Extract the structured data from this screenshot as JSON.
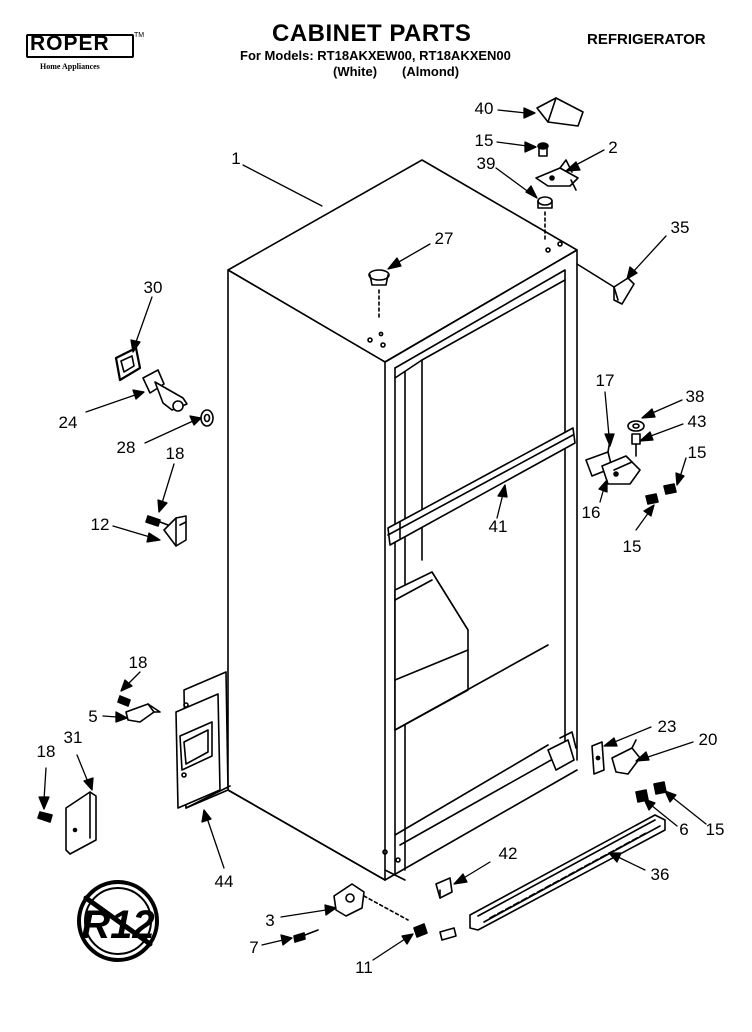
{
  "header": {
    "brand": "ROPER",
    "brand_tm": "TM",
    "brand_subtitle": "Home Appliances",
    "title": "CABINET PARTS",
    "models_line": "For Models: RT18AKXEW00, RT18AKXEN00",
    "variant_white": "(White)",
    "variant_almond": "(Almond)",
    "category": "REFRIGERATOR"
  },
  "badge": {
    "text": "R12"
  },
  "part_callouts": [
    "1",
    "2",
    "3",
    "5",
    "6",
    "7",
    "11",
    "12",
    "15",
    "15",
    "15",
    "15",
    "16",
    "17",
    "18",
    "18",
    "18",
    "20",
    "23",
    "24",
    "27",
    "28",
    "30",
    "31",
    "35",
    "36",
    "38",
    "39",
    "40",
    "41",
    "42",
    "43",
    "44"
  ]
}
